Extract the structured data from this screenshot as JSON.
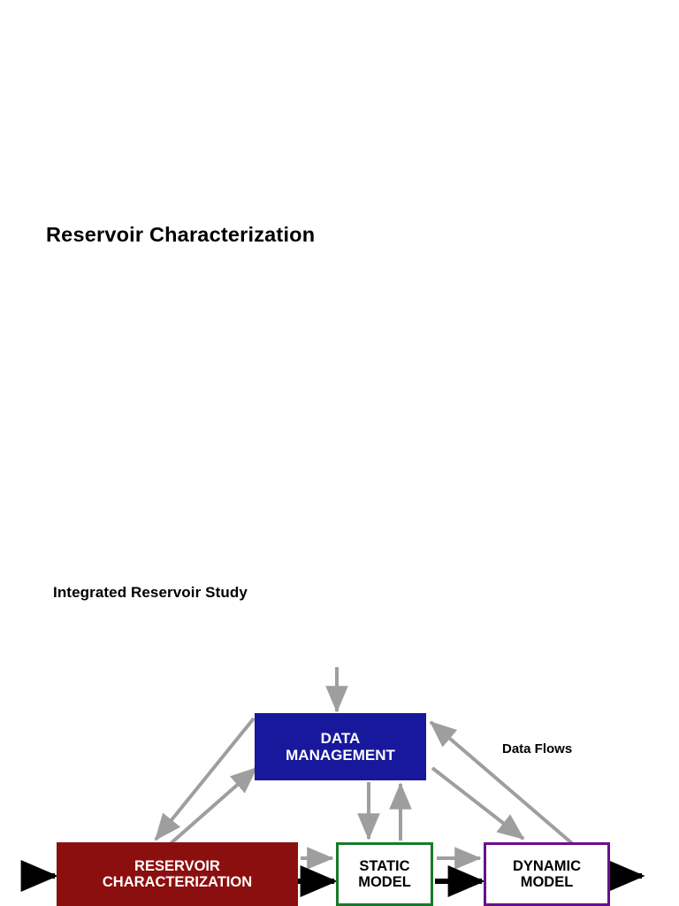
{
  "slide": {
    "title": "Reservoir Characterization",
    "section_title": "Integrated Reservoir Study",
    "legend_label": "Data Flows"
  },
  "diagram": {
    "type": "flow-diagram",
    "nodes": [
      {
        "id": "data-management",
        "line1": "DATA",
        "line2": "MANAGEMENT",
        "fill": "#18189C",
        "text_color": "#FFFFFF"
      },
      {
        "id": "reservoir-characterization",
        "line1": "RESERVOIR",
        "line2": "CHARACTERIZATION",
        "fill": "#8C0F0F",
        "text_color": "#FFFFFF"
      },
      {
        "id": "static-model",
        "line1": "STATIC",
        "line2": "MODEL",
        "fill": "#FFFFFF",
        "border": "#177A2A",
        "text_color": "#000000"
      },
      {
        "id": "dynamic-model",
        "line1": "DYNAMIC",
        "line2": "MODEL",
        "fill": "#FFFFFF",
        "border": "#6A0F8C",
        "text_color": "#000000"
      }
    ],
    "arrow_colors": {
      "data_flow": "#9E9E9E",
      "process_flow": "#000000"
    }
  }
}
